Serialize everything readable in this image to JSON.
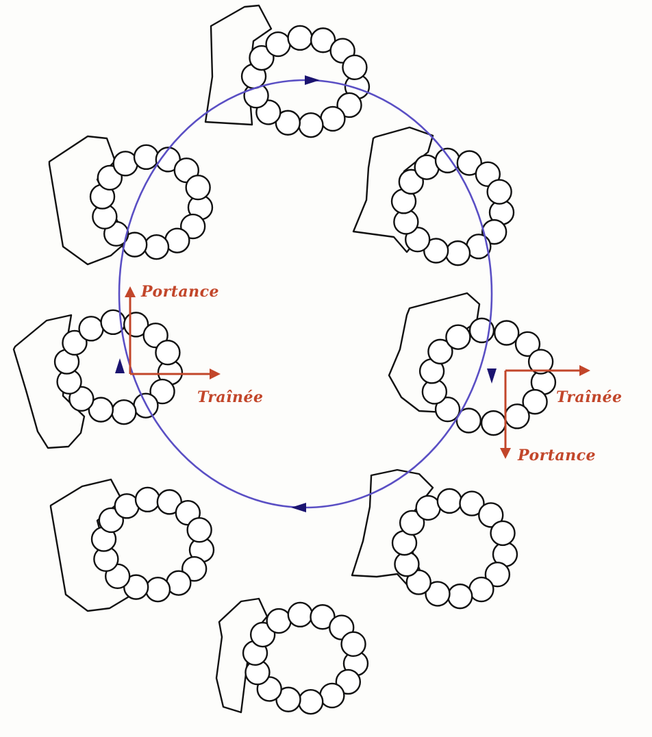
{
  "colors": {
    "outline": "#111111",
    "path": "#5a4fc4",
    "direction_arrow": "#1b1470",
    "force": "#c2462a",
    "background": "#fdfdfb"
  },
  "labels": {
    "left_lift": "Portance",
    "left_drag": "Traînée",
    "right_drag": "Traînée",
    "right_lift": "Portance"
  },
  "icons": {
    "path_direction": "arrowhead-icon",
    "force_vector": "arrow-icon"
  }
}
